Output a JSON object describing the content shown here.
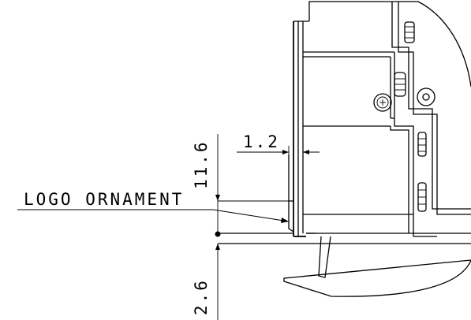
{
  "annotations": {
    "label": "LOGO ORNAMENT",
    "dim_thickness": "1.2",
    "dim_height": "11.6",
    "dim_offset": "2.6"
  }
}
